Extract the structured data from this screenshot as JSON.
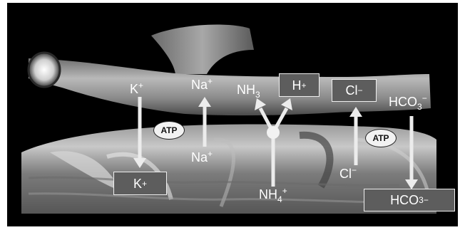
{
  "ions": {
    "k_top": {
      "base": "K",
      "sup": "+"
    },
    "k_box": {
      "base": "K",
      "sup": "+"
    },
    "na_top": {
      "base": "Na",
      "sup": "+"
    },
    "na_bottom": {
      "base": "Na",
      "sup": "+"
    },
    "nh3": {
      "base": "NH",
      "sub": "3"
    },
    "h_box": {
      "base": "H",
      "sup": "+"
    },
    "nh4": {
      "base": "NH",
      "sub": "4",
      "sup": "+"
    },
    "cl_box": {
      "base": "Cl",
      "sup": "−"
    },
    "cl_bottom": {
      "base": "Cl",
      "sup": "−"
    },
    "hco3_top": {
      "base": "HCO",
      "sub": "3",
      "sup": "−"
    },
    "hco3_box": {
      "base": "HCO",
      "sub": "3",
      "sup": "−"
    }
  },
  "atp_labels": {
    "left": "ATP",
    "right": "ATP"
  },
  "colors": {
    "background": "#000000",
    "tissue_gray": "#8c8c8c",
    "arrow": "#ececec",
    "box_fill": "#5d5d5d"
  }
}
